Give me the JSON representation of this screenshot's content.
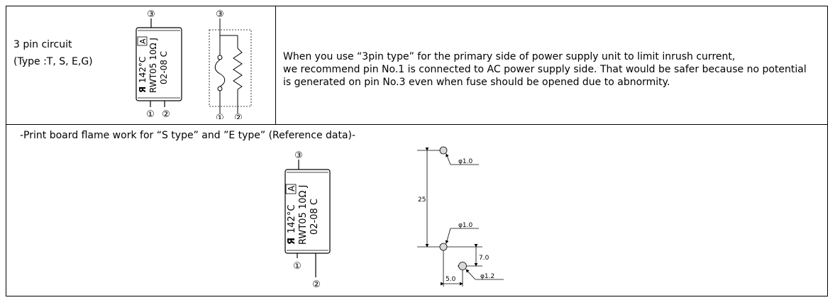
{
  "top_row": {
    "label_title": "3 pin circuit",
    "label_types": "(Type :T, S, E,G)",
    "description_lines": [
      "When you use “3pin type” for the primary side of power supply unit to limit inrush current,",
      "we recommend pin No.1 is connected to AC power supply side. That would be safer because no potential",
      "is generated on pin No.3 even when fuse should be opened due to abnormity."
    ]
  },
  "bottom_row": {
    "section_title": "-Print board flame work for “S type” and ”E type” (Reference data)-"
  },
  "component_marking": {
    "line1": "142°C",
    "approval_box": "A",
    "line2": "RWT05  10Ω J",
    "line3": "02-08  C",
    "logo": "Я"
  },
  "pins": {
    "pin1": "①",
    "pin2": "②",
    "pin3": "③"
  },
  "dimensions": {
    "hole_a": "φ1.0",
    "hole_b": "φ1.0",
    "hole_c": "φ1.2",
    "spacing_vertical": "25",
    "offset_vertical": "7.0",
    "offset_horizontal": "5.0"
  }
}
